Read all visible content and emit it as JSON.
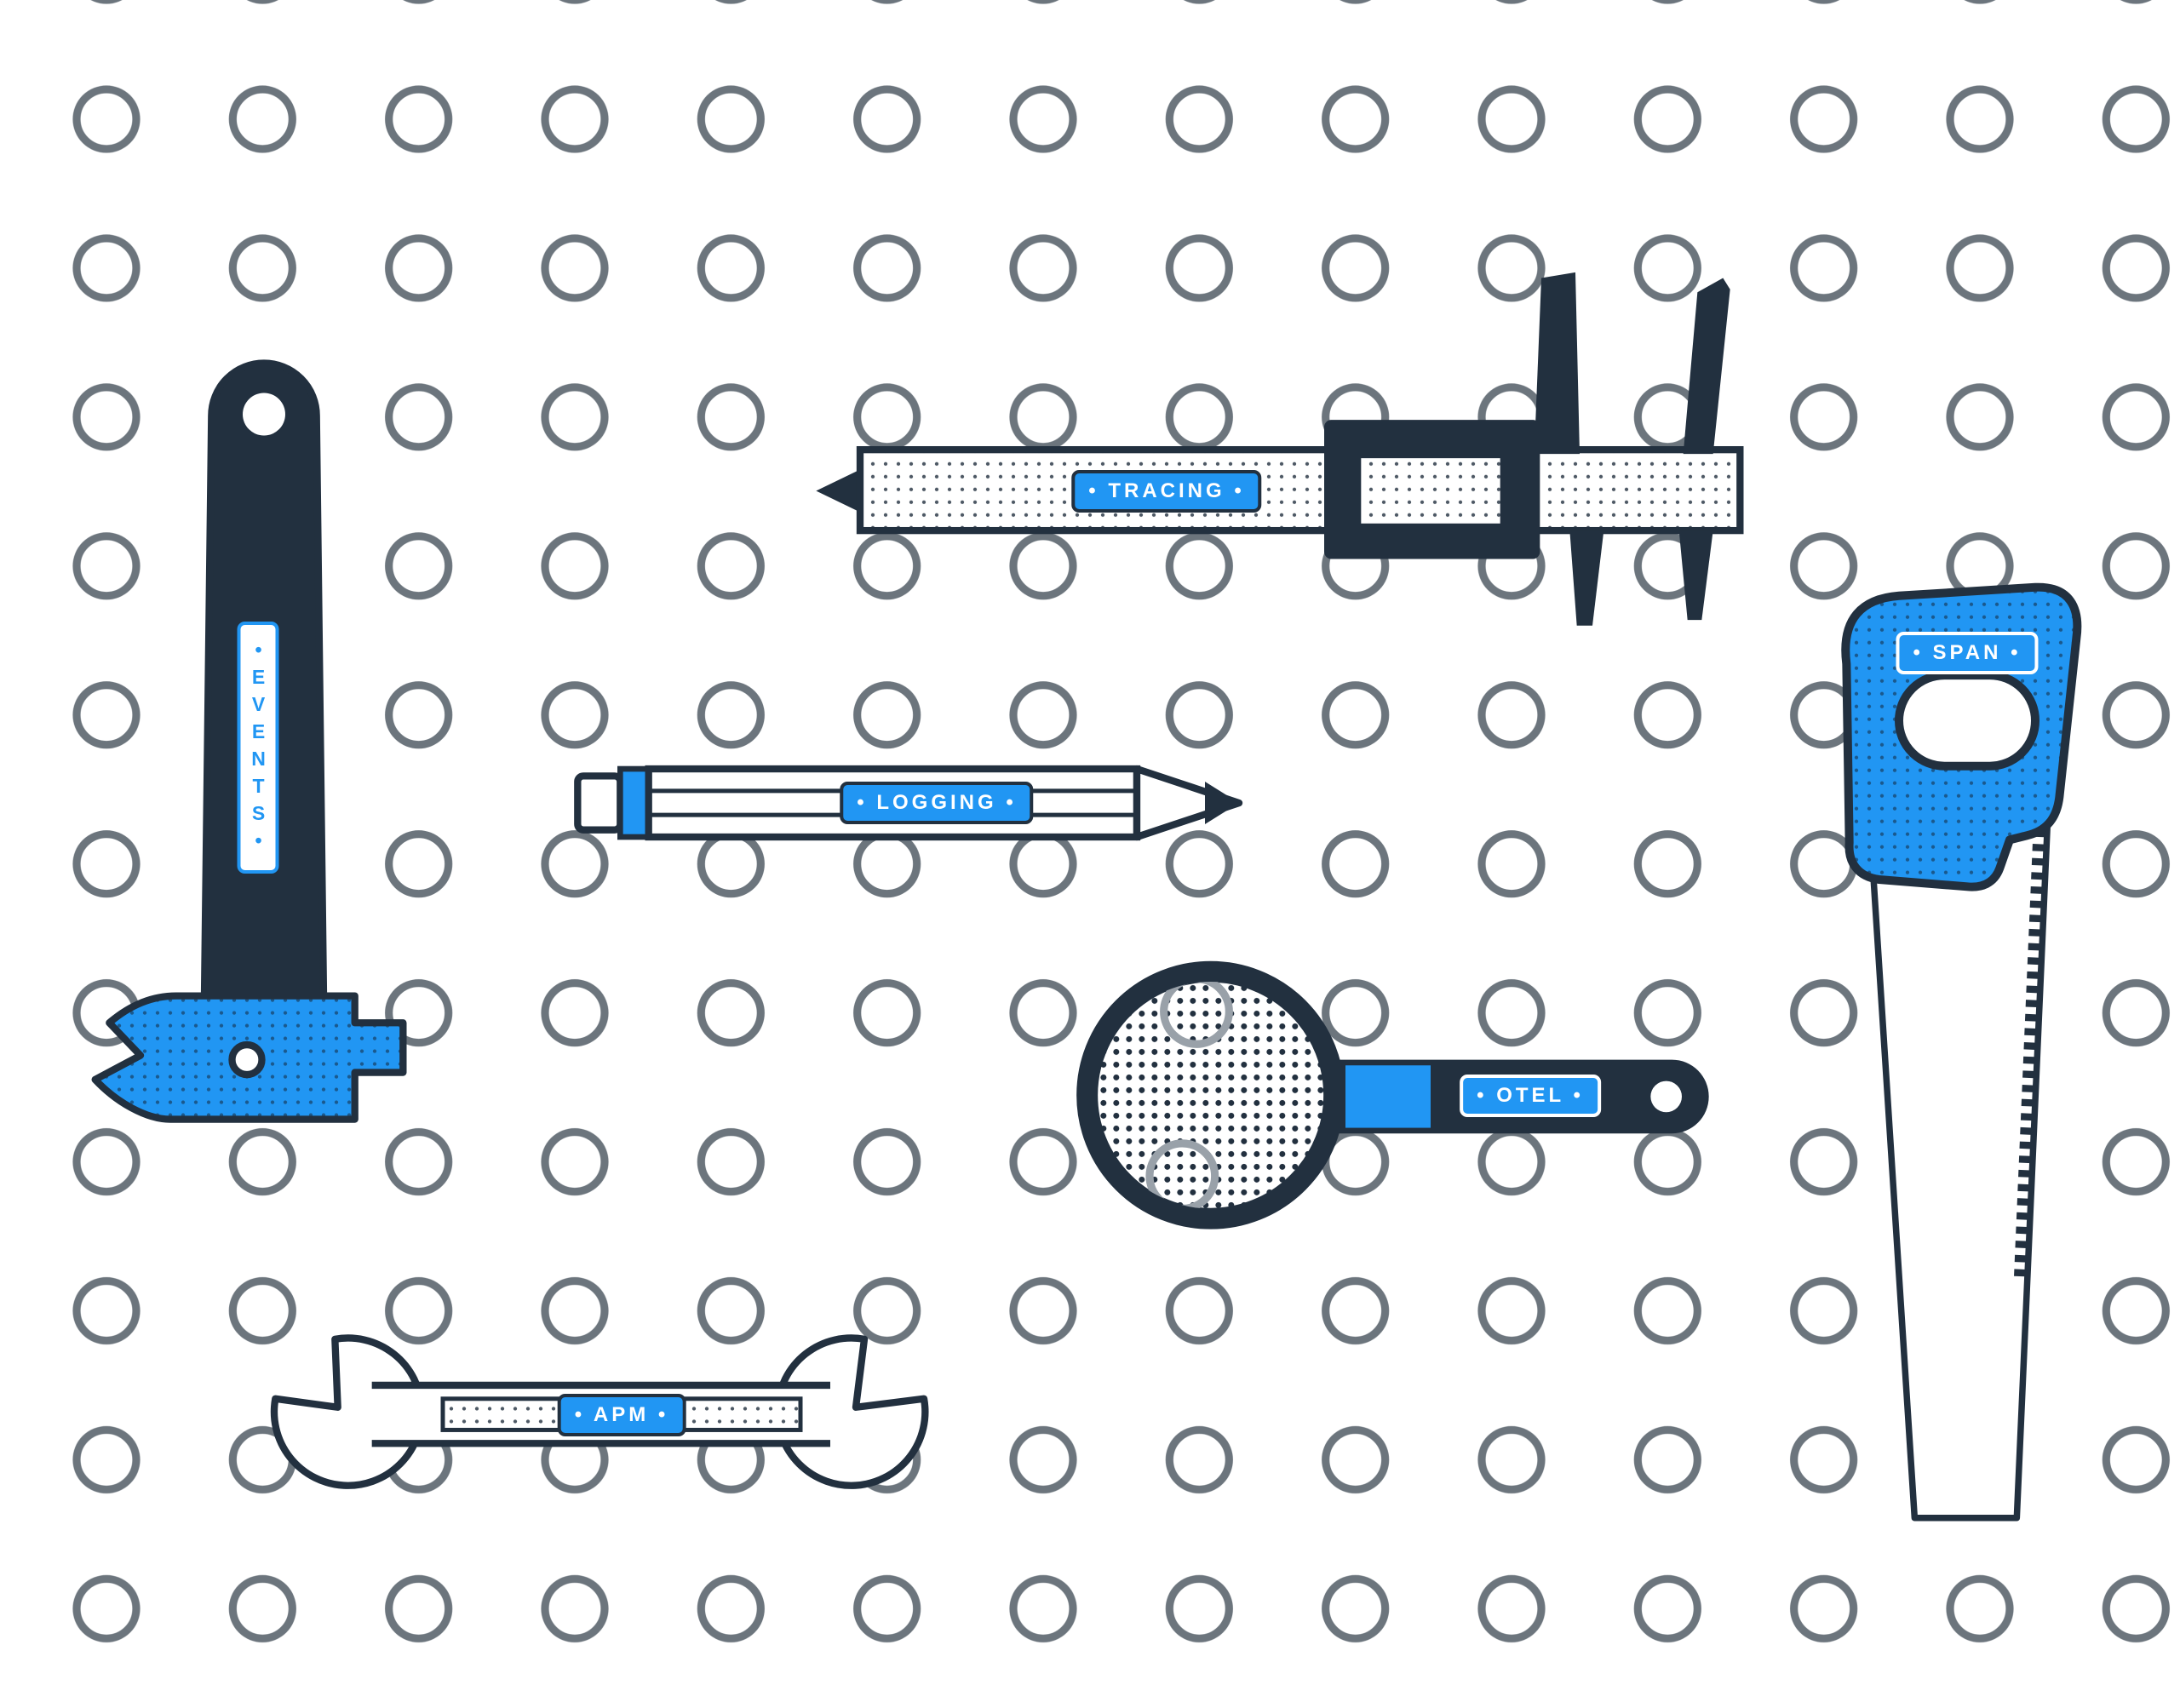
{
  "illustration": {
    "colors": {
      "navy": "#22303f",
      "blue": "#2196f3",
      "hole_gray": "#6c757d",
      "background": "#ffffff"
    },
    "labels": {
      "hammer": "•EVENTS•",
      "caliper": "• TRACING •",
      "pencil": "• LOGGING •",
      "saw": "• SPAN •",
      "strainer": "• OTEL •",
      "wrench": "• APM •"
    }
  }
}
